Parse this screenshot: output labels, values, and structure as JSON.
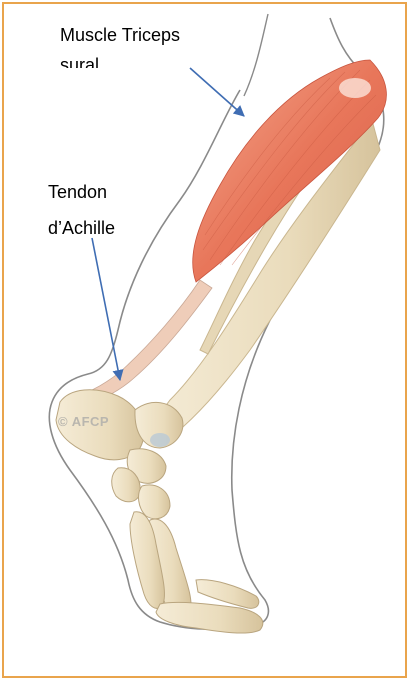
{
  "labels": {
    "muscle_line1": "Muscle Triceps",
    "muscle_line2": "sural",
    "tendon_line1": "Tendon",
    "tendon_line2": "d’Achille"
  },
  "watermark": "© AFCP",
  "colors": {
    "border": "#e9a44c",
    "arrow": "#3f6db3",
    "muscle": "#e8765a",
    "bone": "#eee2c6",
    "bone_shadow": "#d8c7a3",
    "skin_outline": "#888888",
    "tendon": "#efcdb9"
  }
}
